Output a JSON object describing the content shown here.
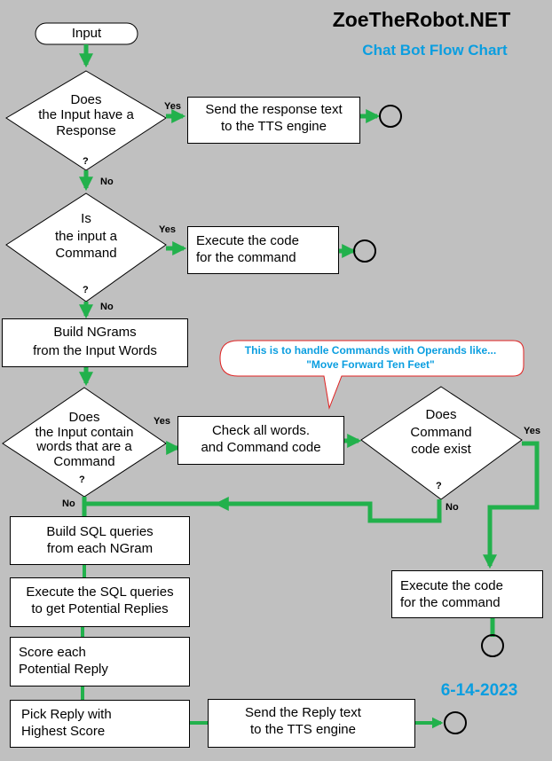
{
  "header": {
    "site_title": "ZoeTheRobot.NET",
    "chart_title": "Chat Bot Flow Chart",
    "date": "6-14-2023"
  },
  "nodes": {
    "input": "Input",
    "has_response": "Does\nthe Input have a\nResponse",
    "send_response": "Send the response text\nto the TTS engine",
    "is_command": "Is\nthe input a\nCommand",
    "execute_command_1": "Execute the code\nfor the command",
    "build_ngrams": "Build NGrams\nfrom the Input Words",
    "contains_command": "Does\nthe Input contain\nwords that are a\nCommand",
    "check_words": "Check all words.\nand Command code",
    "code_exists": "Does\nCommand\ncode exist",
    "build_sql": "Build SQL queries\nfrom each NGram",
    "execute_sql": "Execute the SQL queries\nto get Potential Replies",
    "score_reply": "Score each\nPotential Reply",
    "pick_reply": "Pick Reply with\nHighest Score",
    "send_reply": "Send the Reply text\nto the TTS engine",
    "execute_command_2": "Execute the code\nfor the command"
  },
  "callout": {
    "line1": "This is to handle Commands with Operands like...",
    "line2": "\"Move Forward Ten Feet\""
  },
  "edge_labels": {
    "yes": "Yes",
    "no": "No",
    "question": "?"
  },
  "colors": {
    "background": "#c0c0c0",
    "connector": "#22b14c",
    "title_blue": "#0a9ee0",
    "callout_border": "#e02020"
  }
}
